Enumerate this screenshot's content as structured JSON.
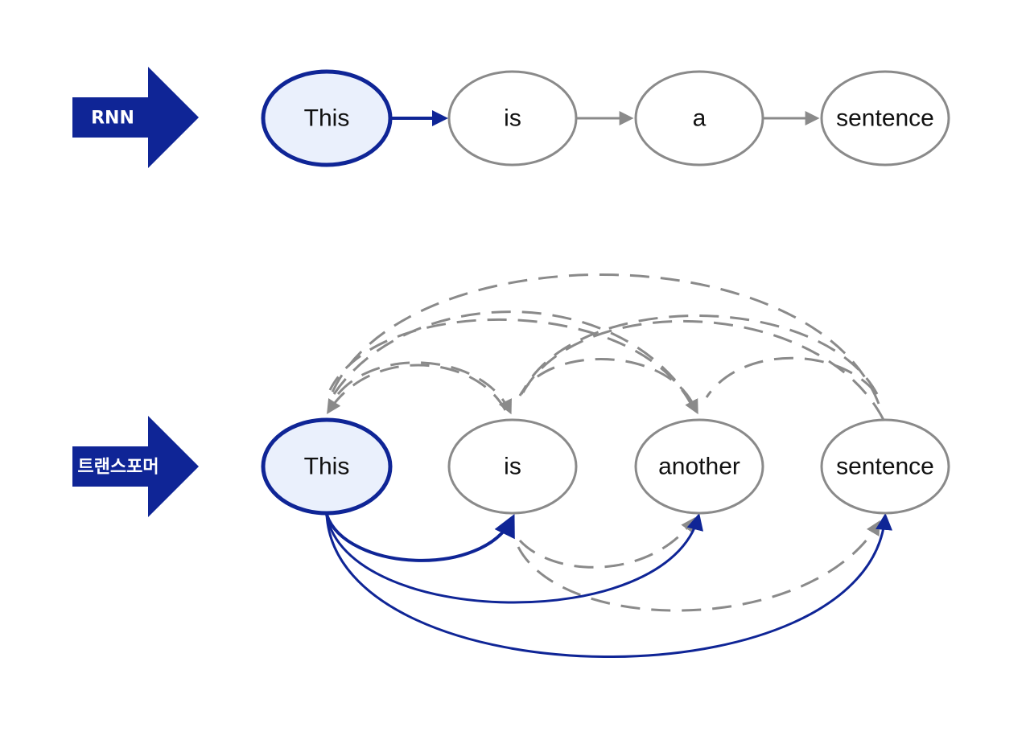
{
  "rnn": {
    "label": "RNN",
    "tokens": [
      "This",
      "is",
      "a",
      "sentence"
    ]
  },
  "transformer": {
    "label": "트랜스포머",
    "tokens": [
      "This",
      "is",
      "another",
      "sentence"
    ]
  },
  "colors": {
    "accent": "#0f2596",
    "highlight_fill": "#eaf0fc",
    "neutral_stroke": "#8a8a8a",
    "text": "#111111"
  }
}
